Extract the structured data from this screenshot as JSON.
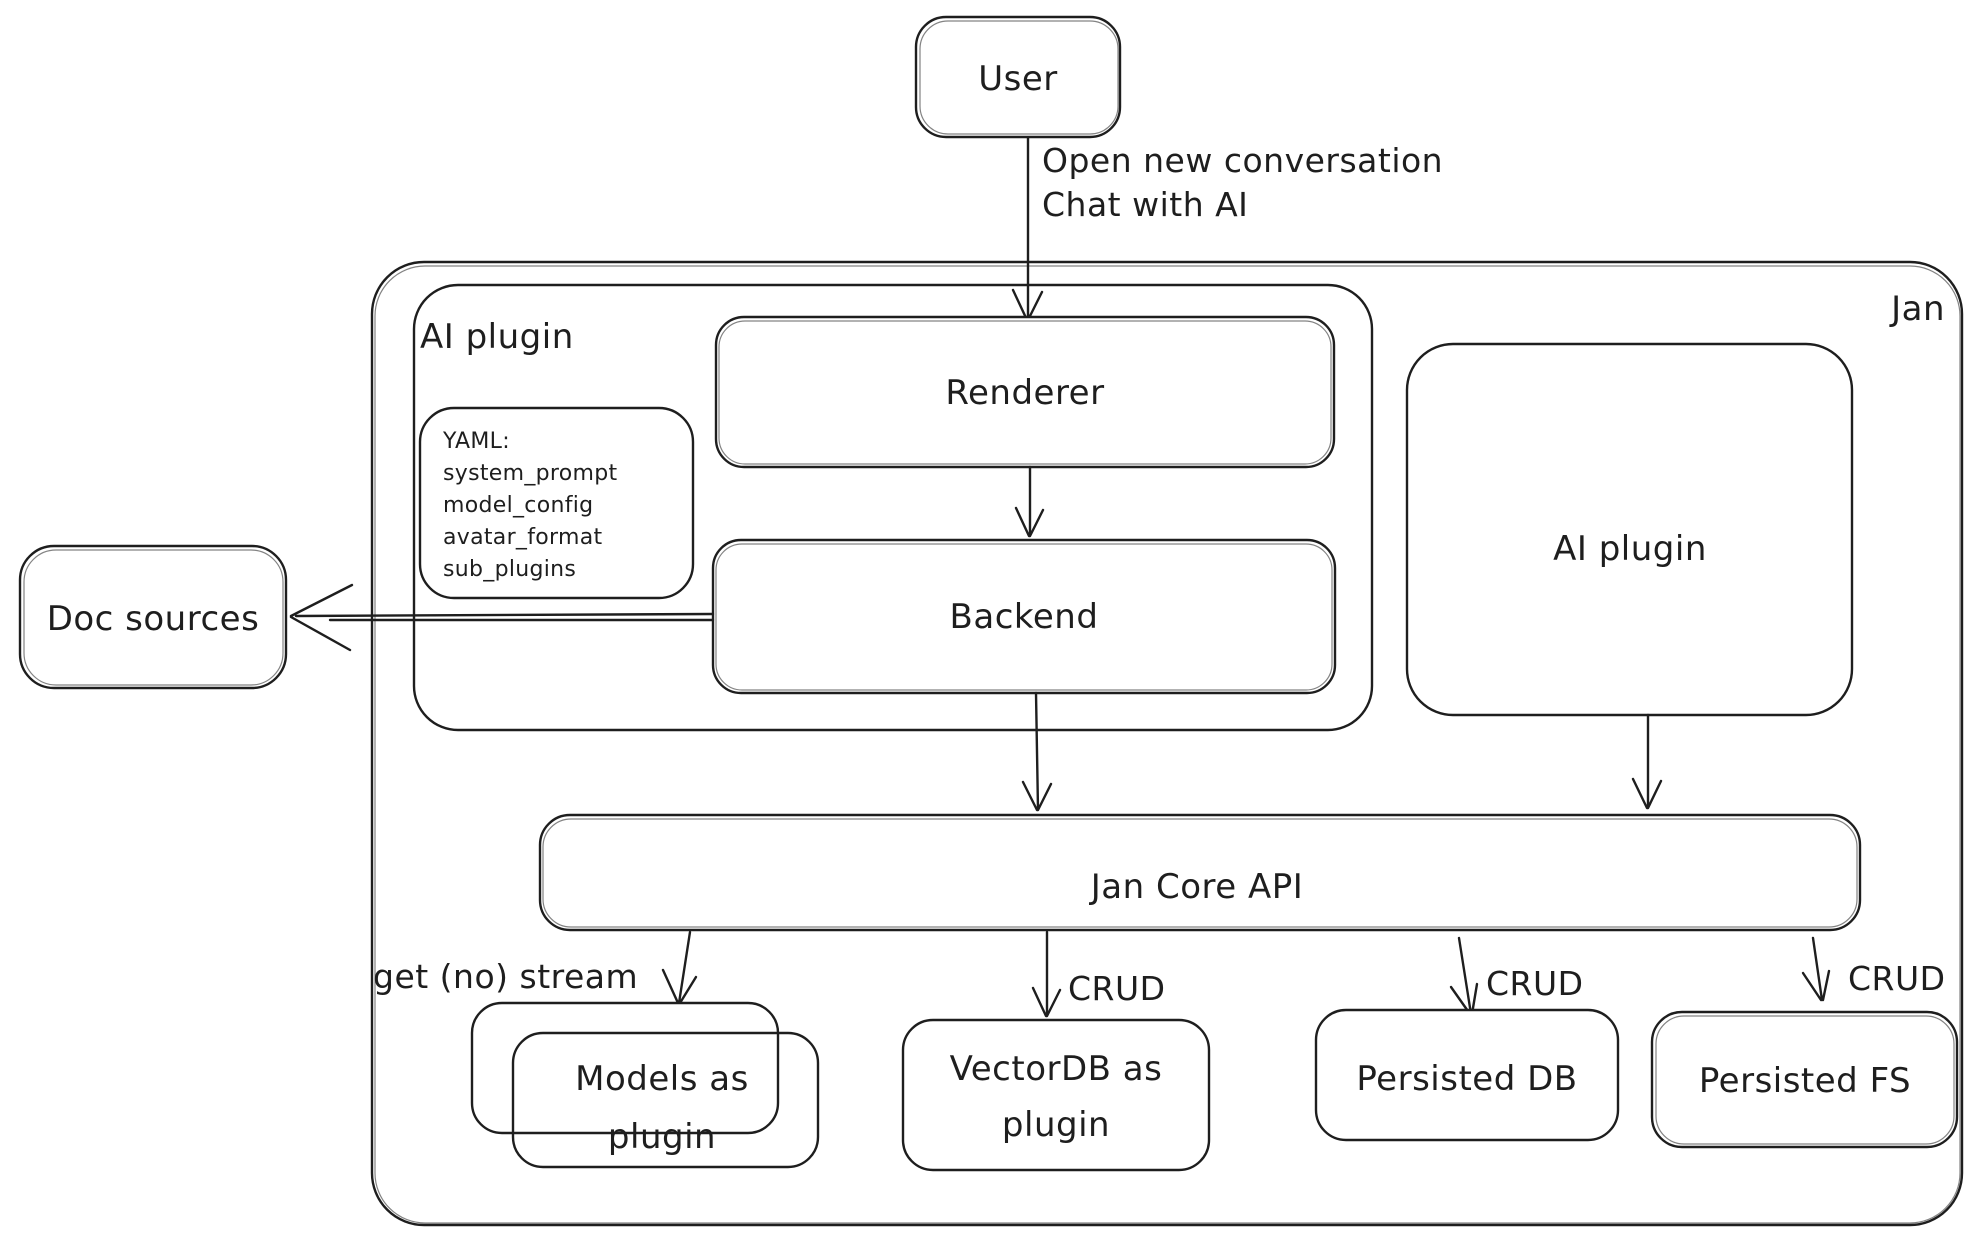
{
  "diagram": {
    "colors": {
      "stroke": "#1e1e1e",
      "background": "#ffffff"
    },
    "container_label": "Jan",
    "nodes": {
      "user": {
        "label": "User"
      },
      "ai_plugin_container": {
        "label": "AI plugin"
      },
      "renderer": {
        "label": "Renderer"
      },
      "yaml_note": {
        "lines": [
          "YAML:",
          "system_prompt",
          "model_config",
          "avatar_format",
          "sub_plugins"
        ]
      },
      "backend": {
        "label": "Backend"
      },
      "doc_sources": {
        "label": "Doc sources"
      },
      "ai_plugin_right": {
        "label": "AI plugin"
      },
      "jan_core_api": {
        "label": "Jan Core API"
      },
      "models_plugin": {
        "label_line1": "Models as",
        "label_line2": "plugin"
      },
      "vectordb_plugin": {
        "label_line1": "VectorDB as",
        "label_line2": "plugin"
      },
      "persisted_db": {
        "label": "Persisted DB"
      },
      "persisted_fs": {
        "label": "Persisted FS"
      }
    },
    "edges": {
      "user_to_renderer": {
        "label_line1": "Open new conversation",
        "label_line2": "Chat with AI"
      },
      "api_to_models": {
        "label": "get (no) stream"
      },
      "api_to_vectordb": {
        "label": "CRUD"
      },
      "api_to_persisted_db": {
        "label": "CRUD"
      },
      "api_to_persisted_fs": {
        "label": "CRUD"
      }
    }
  }
}
